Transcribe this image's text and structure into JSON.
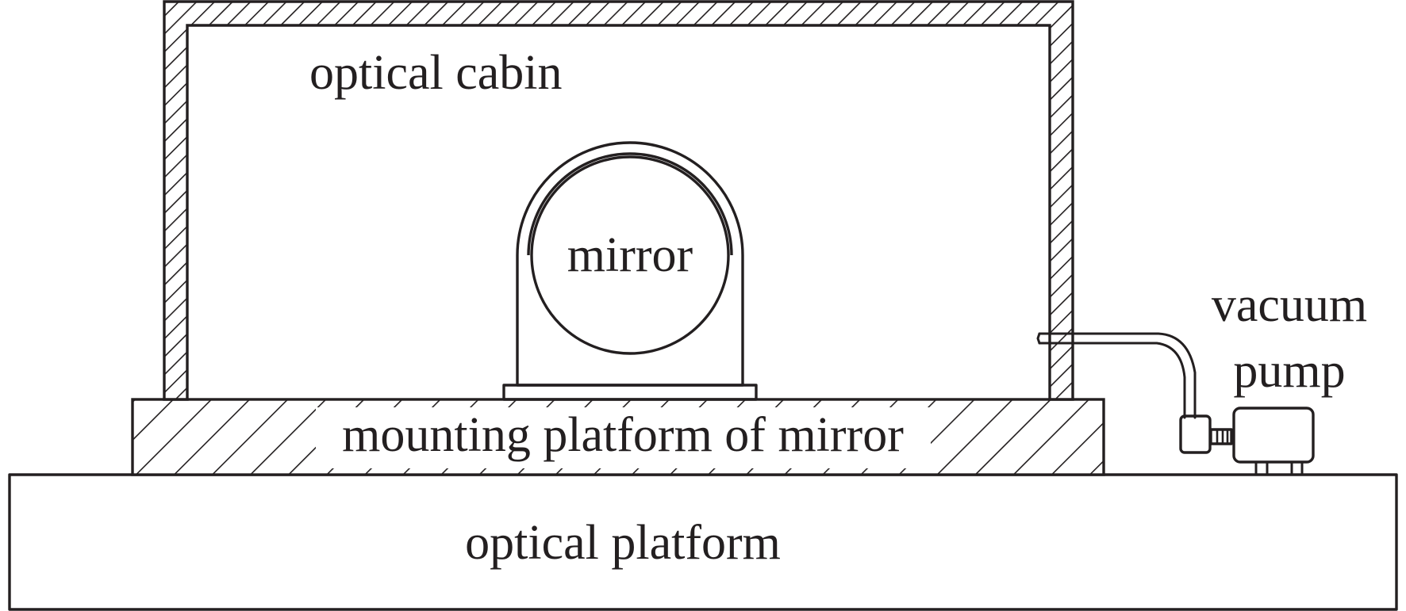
{
  "labels": {
    "cabin": "optical cabin",
    "mirror": "mirror",
    "mount": "mounting platform of mirror",
    "platform": "optical platform",
    "pump_line1": "vacuum",
    "pump_line2": "pump"
  },
  "colors": {
    "ink": "#231f20",
    "background": "#ffffff"
  }
}
